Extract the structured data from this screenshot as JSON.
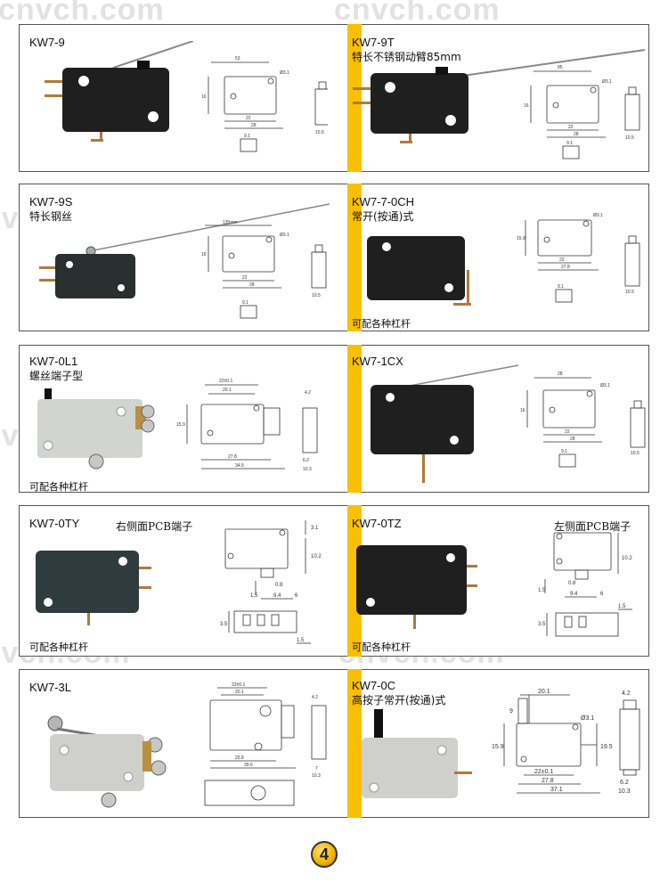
{
  "watermark": "cnvch.com",
  "page_number": "4",
  "lever_note": "可配各种杠杆",
  "panels": [
    {
      "model": "KW7-9",
      "desc": ""
    },
    {
      "model": "KW7-9T",
      "desc": "特长不锈钢动臂85mm"
    },
    {
      "model": "KW7-9S",
      "desc": "特长钢丝"
    },
    {
      "model": "KW7-7-0CH",
      "desc": "常开(按通)式"
    },
    {
      "model": "KW7-0L1",
      "desc": "螺丝端子型"
    },
    {
      "model": "KW7-1CX",
      "desc": ""
    },
    {
      "model": "KW7-0TY",
      "desc": "右侧面PCB端子"
    },
    {
      "model": "KW7-0TZ",
      "desc": "左侧面PCB端子"
    },
    {
      "model": "KW7-3L",
      "desc": ""
    },
    {
      "model": "KW7-0C",
      "desc": "高按子常开(按通)式"
    }
  ],
  "dims": {
    "p1": [
      "53",
      "Ø3.1",
      "16",
      "22",
      "28",
      "9.1",
      "10.5"
    ],
    "p2": [
      "85",
      "Ø3.1",
      "16",
      "22",
      "28",
      "9.1",
      "10.5"
    ],
    "p3": [
      "130mm",
      "Ø3.1",
      "16",
      "22",
      "28",
      "9.1",
      "10.5"
    ],
    "p4": [
      "Ø3.1",
      "15.9",
      "22",
      "27.8",
      "9.1",
      "10.5"
    ],
    "p5": [
      "22±0.1",
      "20.1",
      "15.9",
      "27.8",
      "34.5",
      "4.2",
      "6.2",
      "10.3"
    ],
    "p6": [
      "28",
      "Ø3.1",
      "16",
      "22",
      "28",
      "9.1",
      "10.5"
    ],
    "p7": [
      "3.1",
      "10.2",
      "1.5",
      "0.8",
      "9.4",
      "6",
      "3.5",
      "1.5"
    ],
    "p8": [
      "1.5",
      "10.2",
      "0.8",
      "9.4",
      "6",
      "3.5",
      "1.5"
    ],
    "p9": [
      "22±0.1",
      "20.1",
      "25.8",
      "39.6",
      "4.2",
      "7",
      "10.3"
    ],
    "p10": [
      "20.1",
      "9",
      "15.9",
      "Ø3.1",
      "19.5",
      "22±0.1",
      "27.8",
      "37.1",
      "4.2",
      "6.2",
      "10.3"
    ]
  }
}
